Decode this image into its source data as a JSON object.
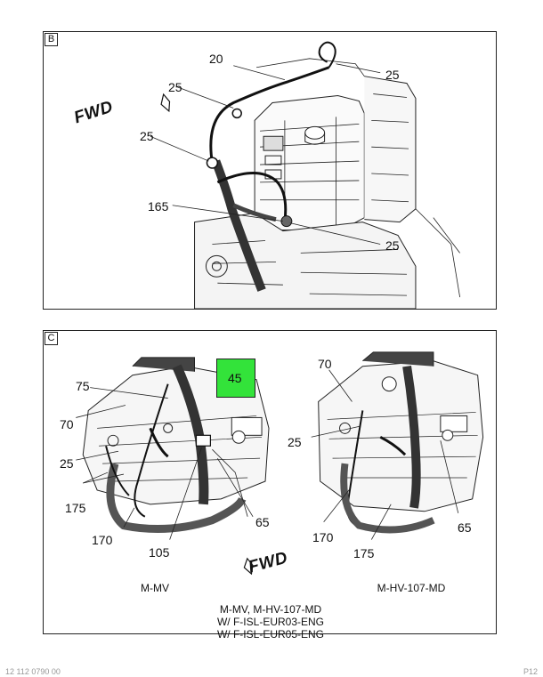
{
  "panel_b": {
    "letter": "B",
    "fwd_label": "FWD",
    "callouts": [
      "20",
      "25",
      "25",
      "25",
      "165",
      "25"
    ]
  },
  "panel_c": {
    "letter": "C",
    "fwd_label": "FWD",
    "left_callouts": [
      "45",
      "75",
      "70",
      "25",
      "175",
      "170",
      "105",
      "65"
    ],
    "right_callouts": [
      "70",
      "25",
      "170",
      "175",
      "65"
    ],
    "left_caption": "M-MV",
    "right_caption": "M-HV-107-MD",
    "applicability": [
      "M-MV, M-HV-107-MD",
      "W/ F-ISL-EUR03-ENG",
      "W/ F-ISL-EUR05-ENG"
    ],
    "highlight_color": "#33e33a"
  },
  "footer": {
    "left": "12 112 0790 00",
    "right": "P12"
  }
}
